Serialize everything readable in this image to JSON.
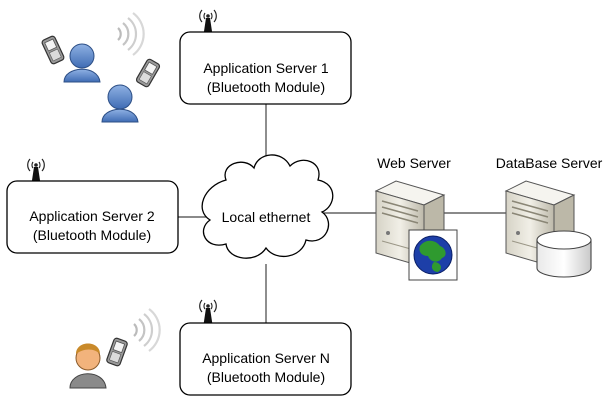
{
  "nodes": {
    "app_server_1": {
      "line1": "Application Server 1",
      "line2": "(Bluetooth Module)"
    },
    "app_server_2": {
      "line1": "Application Server 2",
      "line2": "(Bluetooth Module)"
    },
    "app_server_n": {
      "line1": "Application Server N",
      "line2": "(Bluetooth Module)"
    },
    "network": {
      "label": "Local ethernet"
    },
    "web_server": {
      "label": "Web Server"
    },
    "db_server": {
      "label": "DataBase Server"
    }
  },
  "icons": {
    "antenna": "antenna-icon",
    "server": "server-icon",
    "globe": "globe-icon",
    "database": "database-cylinder-icon",
    "user": "user-icon",
    "phone": "mobile-phone-icon",
    "signal": "signal-waves-icon"
  },
  "colors": {
    "line": "#444444",
    "server_body": "#e6e4da",
    "globe_ocean": "#1d3fa8",
    "globe_land": "#2f9a2f",
    "user_blue": "#5b86c9",
    "user_skin": "#f2b37c",
    "user_hair": "#c98a2a"
  }
}
